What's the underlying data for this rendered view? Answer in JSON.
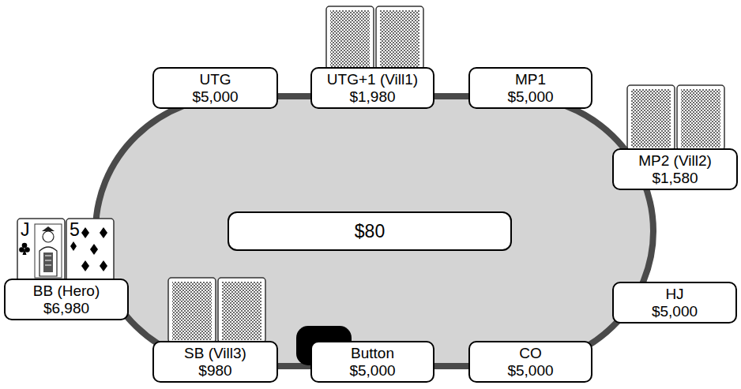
{
  "diagram": {
    "nodes": [
      {
        "text": [
          "UTG",
          "$5,000"
        ]
      },
      {
        "text": [
          "UTG+1 (Vill1)",
          "$1,980"
        ]
      },
      {
        "text": [
          "MP1",
          "$5,000"
        ]
      },
      {
        "text": [
          "MP2 (Vill2)",
          "$1,580"
        ]
      },
      {
        "text": [
          "J"
        ]
      },
      {
        "text": [
          "5"
        ]
      },
      {
        "text": [
          "$80"
        ]
      },
      {
        "text": [
          "HJ",
          "$5,000"
        ]
      },
      {
        "text": [
          "BB (Hero)",
          "$6,980"
        ]
      },
      {
        "text": [
          "SB (Vill3)",
          "$980"
        ]
      },
      {
        "text": [
          "Button",
          "$5,000"
        ]
      },
      {
        "text": [
          "CO",
          "$5,000"
        ]
      }
    ]
  }
}
